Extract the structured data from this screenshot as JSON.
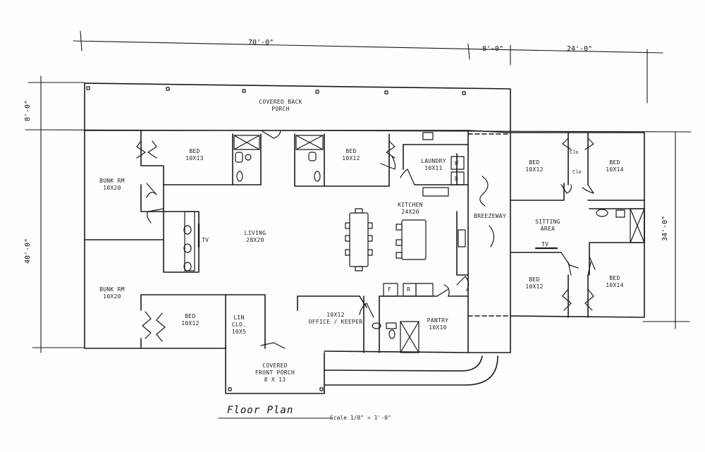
{
  "dimensions": {
    "overall_width": "70'-0\"",
    "breezeway_width": "8'-0\"",
    "wing_width": "24'-0\"",
    "porch_depth": "8'-0\"",
    "main_depth": "40'-0\"",
    "wing_depth": "34'-0\""
  },
  "rooms": {
    "back_porch": {
      "name": "Covered Back",
      "name2": "Porch"
    },
    "bunk_top": {
      "name": "Bunk Rm",
      "size": "10x20"
    },
    "bunk_bottom": {
      "name": "Bunk Rm",
      "size": "10x20"
    },
    "bed1": {
      "name": "Bed",
      "size": "10x13"
    },
    "bed2": {
      "name": "Bed",
      "size": "10x12"
    },
    "bed3": {
      "name": "Bed",
      "size": "10x12"
    },
    "laundry": {
      "name": "Laundry",
      "size": "10x11"
    },
    "kitchen": {
      "name": "Kitchen",
      "size": "24x20"
    },
    "living": {
      "name": "Living",
      "size": "28x20"
    },
    "lin_clo": {
      "name": "Lin",
      "name2": "Clo.",
      "size": "10x5"
    },
    "office": {
      "size": "10x12",
      "name": "Office / Keeper"
    },
    "pantry": {
      "name": "Pantry",
      "size": "10x10"
    },
    "front_porch": {
      "name": "Covered",
      "name2": "Front Porch",
      "size": "8 x 13"
    },
    "breezeway": {
      "name": "Breezeway"
    },
    "wing_bed_tl": {
      "name": "Bed",
      "size": "10x12"
    },
    "wing_bed_tr": {
      "name": "Bed",
      "size": "10x14"
    },
    "wing_bed_bl": {
      "name": "Bed",
      "size": "10x12"
    },
    "wing_bed_br": {
      "name": "Bed",
      "size": "10x14"
    },
    "sitting": {
      "name": "Sitting",
      "name2": "Area"
    }
  },
  "fixtures": {
    "tv": "TV",
    "washer": "W",
    "dryer": "D",
    "fridge": "F",
    "range": "R",
    "closet": "Clo"
  },
  "title": "Floor Plan",
  "scale": "Scale 1/8\" = 1'-0\""
}
